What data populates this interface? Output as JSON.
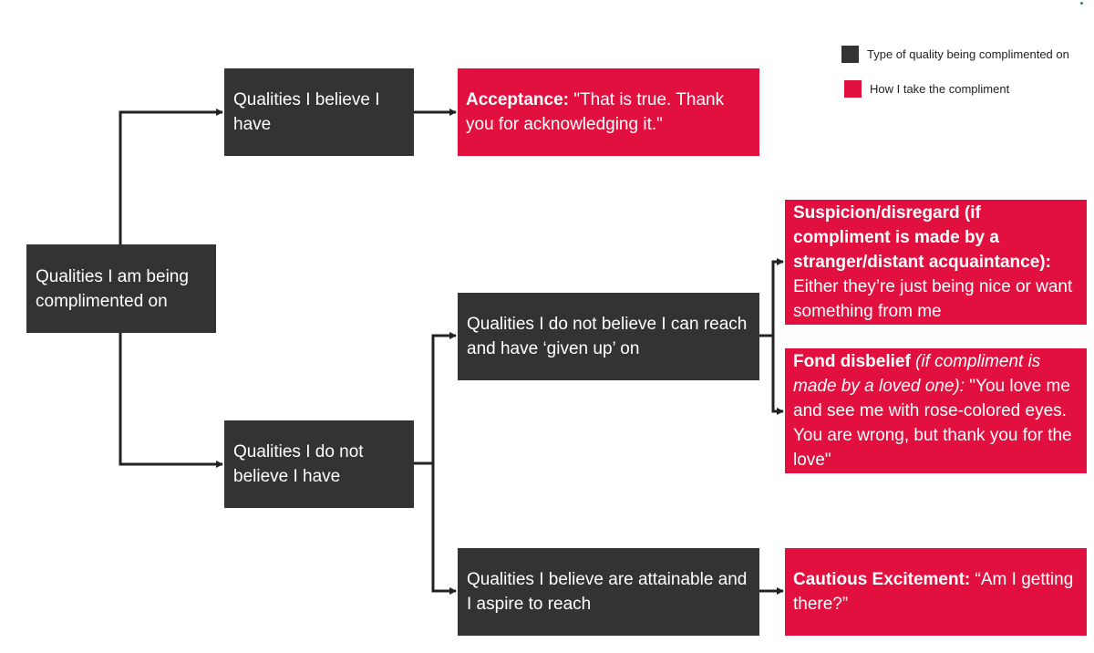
{
  "legend": {
    "items": [
      {
        "label": "Type of quality being complimented on",
        "color": "#333333"
      },
      {
        "label": "How I take the compliment",
        "color": "#e2103f"
      }
    ]
  },
  "colors": {
    "category": "#333333",
    "response": "#e2103f",
    "connector": "#222222"
  },
  "nodes": {
    "root": {
      "text": "Qualities I am being complimented on"
    },
    "believe_have": {
      "text": "Qualities I believe I have"
    },
    "not_believe_have": {
      "text": "Qualities I do not believe I have"
    },
    "given_up": {
      "text": "Qualities I do not believe I can reach and have ‘given up’ on"
    },
    "attainable": {
      "text": "Qualities I believe are attainable and I aspire to reach"
    },
    "acceptance": {
      "title": "Acceptance:",
      "body": " \"That is true. Thank you for acknowledging it.\""
    },
    "suspicion": {
      "title": "Suspicion/disregard (if compliment is made by a stranger/distant acquaintance):",
      "body": " Either they’re just being nice or want something from me"
    },
    "fond_disbelief": {
      "title": "Fond disbelief",
      "qualifier": " (if compliment is made by a loved one):",
      "body": " \"You love me and see me with rose-colored eyes. You are wrong, but thank you for the love\""
    },
    "cautious_excitement": {
      "title": "Cautious Excitement:",
      "body": " “Am I getting there?”"
    }
  }
}
